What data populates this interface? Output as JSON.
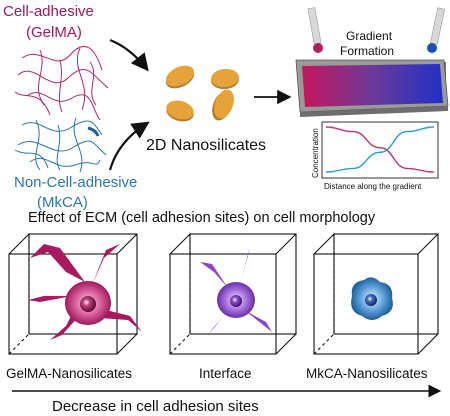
{
  "top": {
    "gelma_line1": "Cell-adhesive",
    "gelma_line2": "(GelMA)",
    "mkca_line1": "Non-Cell-adhesive",
    "mkca_line2": "(MkCA)",
    "nanosilicates": "2D Nanosilicates",
    "gradient_line1": "Gradient",
    "gradient_line2": "Formation",
    "plot_ylabel": "Concentration",
    "plot_xlabel": "Distance along the gradient"
  },
  "bottom": {
    "title": "Effect of ECM (cell adhesion sites) on cell morphology",
    "cube_labels": [
      "GelMA-Nanosilicates",
      "Interface",
      "MkCA-Nanosilicates"
    ],
    "arrow_caption": "Decrease in cell adhesion sites"
  },
  "colors": {
    "magenta": "#a0185e",
    "blue": "#2a77b0",
    "purple": "#8b45c8",
    "nanosilicate": "#e6a23b",
    "nanosilicate_dark": "#b77c24"
  },
  "chart_data": {
    "type": "line",
    "xlabel": "Distance along the gradient",
    "ylabel": "Concentration",
    "series": [
      {
        "color": "#c2307a",
        "values": [
          1.0,
          0.9,
          0.55,
          0.1,
          0.02
        ]
      },
      {
        "color": "#2a9ad0",
        "values": [
          0.02,
          0.1,
          0.45,
          0.9,
          1.0
        ]
      }
    ]
  }
}
